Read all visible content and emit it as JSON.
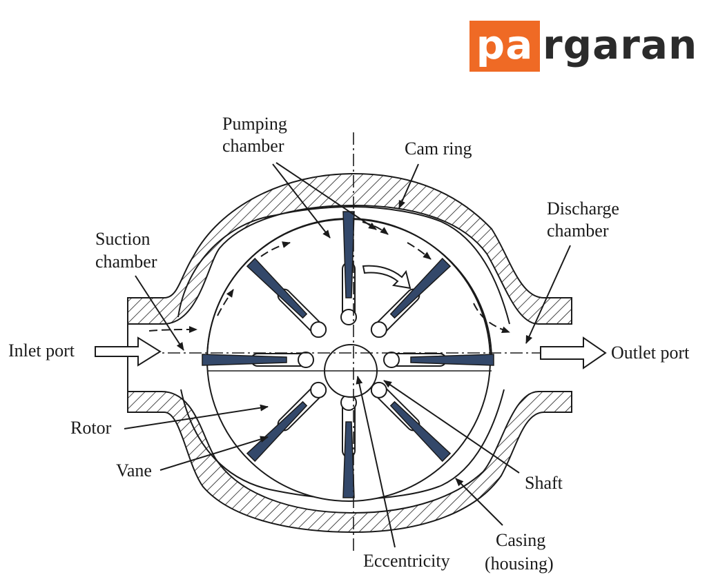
{
  "logo": {
    "prefix": "pa",
    "suffix": "rgaran",
    "box_color": "#ef6a25",
    "text_color": "#2b2b2b"
  },
  "labels": {
    "pumping_chamber": [
      "Pumping",
      "chamber"
    ],
    "cam_ring": "Cam ring",
    "discharge_chamber": [
      "Discharge",
      "chamber"
    ],
    "suction_chamber": [
      "Suction",
      "chamber"
    ],
    "inlet_port": "Inlet port",
    "outlet_port": "Outlet port",
    "rotor": "Rotor",
    "vane": "Vane",
    "shaft": "Shaft",
    "eccentricity": "Eccentricity",
    "casing": [
      "Casing",
      "(housing)"
    ]
  },
  "colors": {
    "vane": "#33486a",
    "line": "#1a1a1a",
    "background": "#ffffff"
  }
}
